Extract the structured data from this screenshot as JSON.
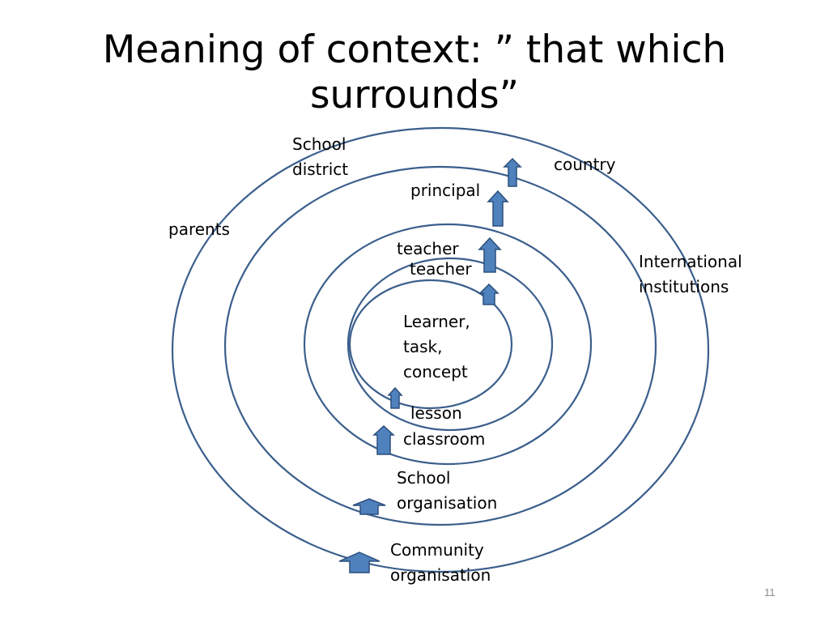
{
  "slide": {
    "title_line1": "Meaning of context: ” that which",
    "title_line2": "surrounds”",
    "number": "11"
  },
  "colors": {
    "ring_stroke": "#3b5f8c",
    "arrow_fill": "#4f81bd",
    "arrow_stroke": "#2c4f7c"
  },
  "labels": {
    "center": [
      "Learner,",
      "task,",
      "concept"
    ],
    "lesson": "lesson",
    "classroom": "classroom",
    "teacher_a": "teacher",
    "teacher_b": "teacher",
    "principal": "principal",
    "school_organisation": [
      "School",
      "organisation"
    ],
    "school_district": [
      "School",
      "district"
    ],
    "country": "country",
    "parents": "parents",
    "international_institutions": [
      "International",
      "institutions"
    ],
    "community_organisation": [
      "Community",
      "organisation"
    ]
  }
}
